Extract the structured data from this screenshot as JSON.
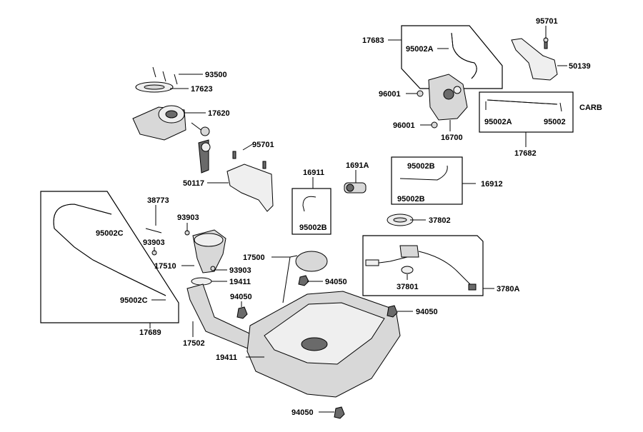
{
  "labels": {
    "p95701_top": "95701",
    "p17683": "17683",
    "p95002A_top": "95002A",
    "p50139": "50139",
    "p93500": "93500",
    "p17623": "17623",
    "p96001_a": "96001",
    "p17620": "17620",
    "carb": "CARB",
    "p95002A_mid": "95002A",
    "p95002_mid": "95002",
    "p96001_b": "96001",
    "p16700": "16700",
    "p17682": "17682",
    "p95701_mid": "95701",
    "p16911": "16911",
    "p1691A": "1691A",
    "p95002B_a": "95002B",
    "p50117": "50117",
    "p16912": "16912",
    "p95002B_b": "95002B",
    "p38773": "38773",
    "p93903_a": "93903",
    "p95002B_c": "95002B",
    "p37802": "37802",
    "p95002C_a": "95002C",
    "p93903_b": "93903",
    "p17500": "17500",
    "p17510": "17510",
    "p93903_c": "93903",
    "p19411_a": "19411",
    "p94050_a": "94050",
    "p37801": "37801",
    "p3780A": "3780A",
    "p94050_b": "94050",
    "p94050_c": "94050",
    "p95002C_b": "95002C",
    "p17689": "17689",
    "p17502": "17502",
    "p19411_b": "19411",
    "p94050_d": "94050"
  }
}
